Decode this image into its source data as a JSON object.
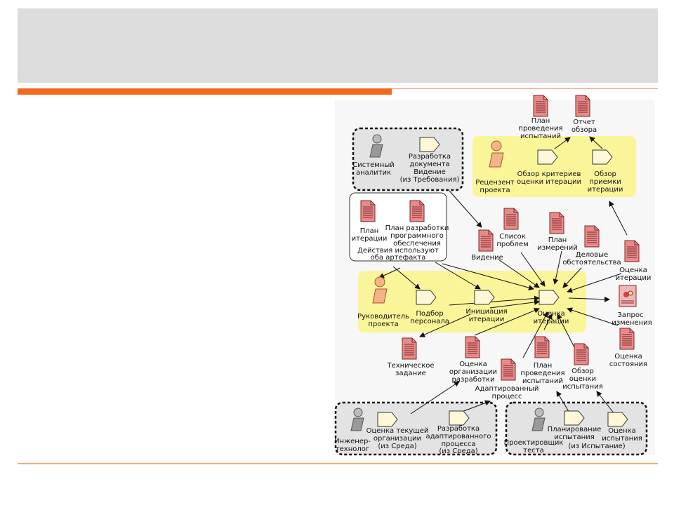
{
  "diagram": {
    "groups": {
      "analyst": {
        "label1": "Системный",
        "label2": "аналитик"
      },
      "vision_task": {
        "l1": "Разработка",
        "l2": "документа",
        "l3": "Видение",
        "l4": "(из Требования)"
      },
      "reviewer": {
        "l1": "Рецензент",
        "l2": "проекта"
      },
      "criteria_review": {
        "l1": "Обзор критериев",
        "l2": "оценки итерации"
      },
      "acceptance_review": {
        "l1": "Обзор",
        "l2": "приемки",
        "l3": "итерации"
      },
      "artifact_box": {
        "l1": "Действия используют",
        "l2": "оба артефакта"
      },
      "manager": {
        "l1": "Руководитель",
        "l2": "проекта"
      },
      "staffing": {
        "l1": "Подбор",
        "l2": "персонала"
      },
      "initiation": {
        "l1": "Инициация",
        "l2": "итерации"
      },
      "evaluation": {
        "l1": "Оценка",
        "l2": "итерации"
      },
      "engineer": {
        "l1": "Инженер-",
        "l2": "технолог"
      },
      "assess_org": {
        "l1": "Оценка текущей",
        "l2": "организации",
        "l3": "(из Среда)"
      },
      "tailored_dev": {
        "l1": "Разработка",
        "l2": "адаптированного",
        "l3": "процесса",
        "l4": "(из Среда)"
      },
      "designer": {
        "l1": "Проектировщик",
        "l2": "теста"
      },
      "test_planning": {
        "l1": "Планирование",
        "l2": "испытания"
      },
      "test_eval": {
        "l1": "Оценка",
        "l2": "испытания",
        "l3": "(из Испытание)"
      }
    },
    "docs": {
      "test_plan_top": {
        "l1": "План",
        "l2": "проведения",
        "l3": "испытаний"
      },
      "review_report": {
        "l1": "Отчет",
        "l2": "обзора"
      },
      "iter_plan": {
        "l1": "План",
        "l2": "итерации"
      },
      "sw_dev_plan": {
        "l1": "План разработки",
        "l2": "программного",
        "l3": "обеспечения"
      },
      "vision": {
        "l1": "Видение"
      },
      "issues": {
        "l1": "Список",
        "l2": "проблем"
      },
      "measure_plan": {
        "l1": "План",
        "l2": "измерений"
      },
      "business_case": {
        "l1": "Деловые",
        "l2": "обстоятельства"
      },
      "iter_assess": {
        "l1": "Оценка",
        "l2": "итерации"
      },
      "change_request": {
        "l1": "Запрос",
        "l2": "изменения"
      },
      "status_assess": {
        "l1": "Оценка",
        "l2": "состояния"
      },
      "tech_spec": {
        "l1": "Техническое",
        "l2": "задание"
      },
      "org_assess": {
        "l1": "Оценка",
        "l2": "организации",
        "l3": "разработки"
      },
      "tailored_proc": {
        "l1": "Адаптированный",
        "l2": "процесс"
      },
      "test_plan_bottom": {
        "l1": "План",
        "l2": "проведения",
        "l3": "испытаний"
      },
      "test_eval_summary": {
        "l1": "Обзор",
        "l2": "оценки",
        "l3": "испытания"
      }
    }
  }
}
